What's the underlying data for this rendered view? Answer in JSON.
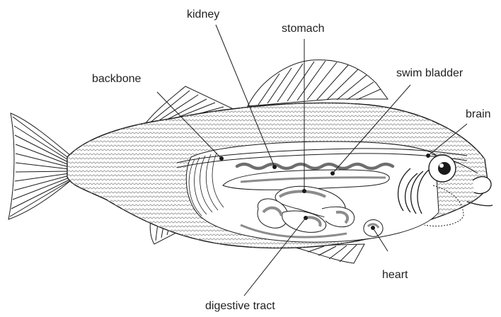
{
  "labels": {
    "kidney": "kidney",
    "stomach": "stomach",
    "backbone": "backbone",
    "swim_bladder": "swim bladder",
    "brain": "brain",
    "heart": "heart",
    "digestive_tract": "digestive tract"
  },
  "colors": {
    "outline": "#1a1a1a",
    "body_texture": "#999999",
    "organ_grey": "#8c8c8c",
    "background": "#ffffff"
  }
}
